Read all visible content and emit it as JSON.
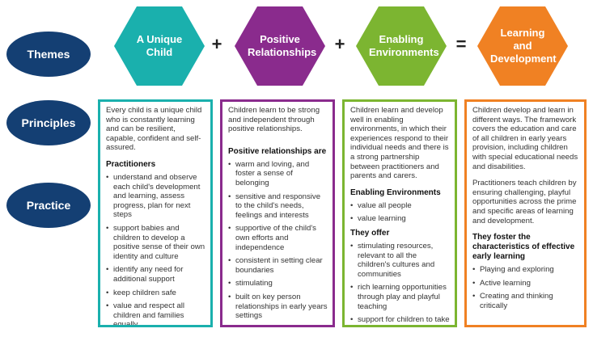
{
  "labels": {
    "themes": "Themes",
    "principles": "Principles",
    "practice": "Practice"
  },
  "themes": [
    {
      "title": "A Unique Child",
      "color": "#1ab0ad"
    },
    {
      "title": "Positive Relationships",
      "color": "#8a2b8d"
    },
    {
      "title": "Enabling Environments",
      "color": "#7cb531"
    },
    {
      "title": "Learning and Development",
      "color": "#f08123"
    }
  ],
  "operators": [
    "+",
    "+",
    "="
  ],
  "columns": [
    {
      "intro": "Every child is a unique child who is constantly learning and can be resilient, capable, confident and self-assured.",
      "heading": "Practitioners",
      "items": [
        "understand and observe each child's development and learning, assess progress, plan for next steps",
        "support babies and children to develop a positive sense of their own identity and culture",
        "identify any need for additional support",
        "keep children safe",
        "value and respect all children and families equally"
      ]
    },
    {
      "intro": "Children learn to be strong and independent through positive relationships.",
      "heading": "Positive relationships are",
      "items": [
        "warm and loving, and foster a sense of belonging",
        "sensitive and responsive to the child's needs, feelings and interests",
        "supportive of the child's own efforts and independence",
        "consistent in setting clear boundaries",
        "stimulating",
        "built on key person relationships in early years settings"
      ]
    },
    {
      "intro": "Children learn and develop well in enabling environments, in which their experiences respond to their individual needs and there is a strong partnership between practitioners and parents and carers.",
      "heading": "Enabling Environments",
      "items": [
        "value all people",
        "value learning"
      ],
      "heading2": "They offer",
      "items2": [
        "stimulating resources, relevant to all the children's cultures and communities",
        "rich learning opportunities through play and playful teaching",
        "support for children to take risks and explore"
      ]
    },
    {
      "intro": "Children develop and learn in different ways. The framework covers the education and care of all children in early years provision, including children with special educational needs and disabilities.",
      "intro2": "Practitioners teach children by ensuring challenging, playful opportunities across the prime and specific areas of learning and development.",
      "heading": "They foster the characteristics of effective early learning",
      "items": [
        "Playing and exploring",
        "Active learning",
        "Creating and thinking critically"
      ]
    }
  ]
}
